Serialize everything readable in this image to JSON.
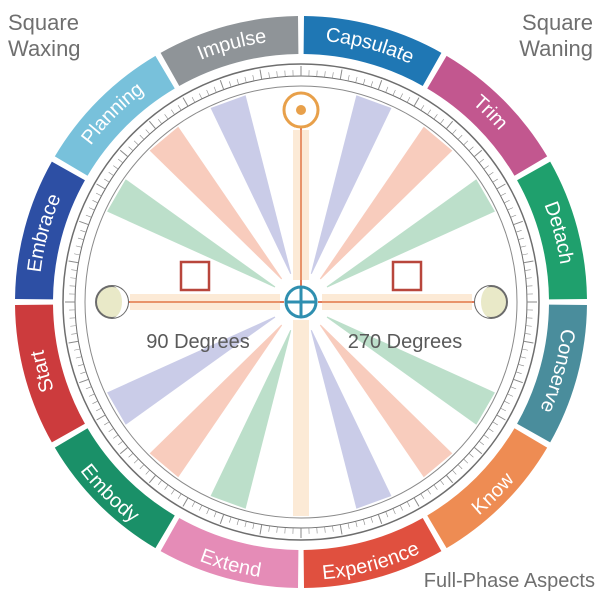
{
  "corners": {
    "top_left": [
      "Square",
      "Waxing"
    ],
    "top_right": [
      "Square",
      "Waning"
    ],
    "bottom_right": "Full-Phase Aspects"
  },
  "segments": [
    {
      "label": "Capsulate",
      "color": "#1f77b4"
    },
    {
      "label": "Trim",
      "color": "#c2578f"
    },
    {
      "label": "Detach",
      "color": "#1fa06d"
    },
    {
      "label": "Conserve",
      "color": "#4a8d9c"
    },
    {
      "label": "Know",
      "color": "#ee8c53"
    },
    {
      "label": "Experience",
      "color": "#e0503f"
    },
    {
      "label": "Extend",
      "color": "#e58cb7"
    },
    {
      "label": "Embody",
      "color": "#1a9068"
    },
    {
      "label": "Start",
      "color": "#cc3b3d"
    },
    {
      "label": "Embrace",
      "color": "#2d4fa4"
    },
    {
      "label": "Planning",
      "color": "#78c1db"
    },
    {
      "label": "Impulse",
      "color": "#8f9498"
    }
  ],
  "degrees": {
    "left": "90 Degrees",
    "right": "270 Degrees"
  },
  "ray_colors": [
    "#8a8fcb",
    "#ef8e6d",
    "#6bb88a",
    "#f6c28a"
  ],
  "symbol_colors": {
    "sun": "#e8a04a",
    "moon": "#666666",
    "earth": "#2f8fb0",
    "square": "#b8463c",
    "line": "#e07a5a"
  }
}
